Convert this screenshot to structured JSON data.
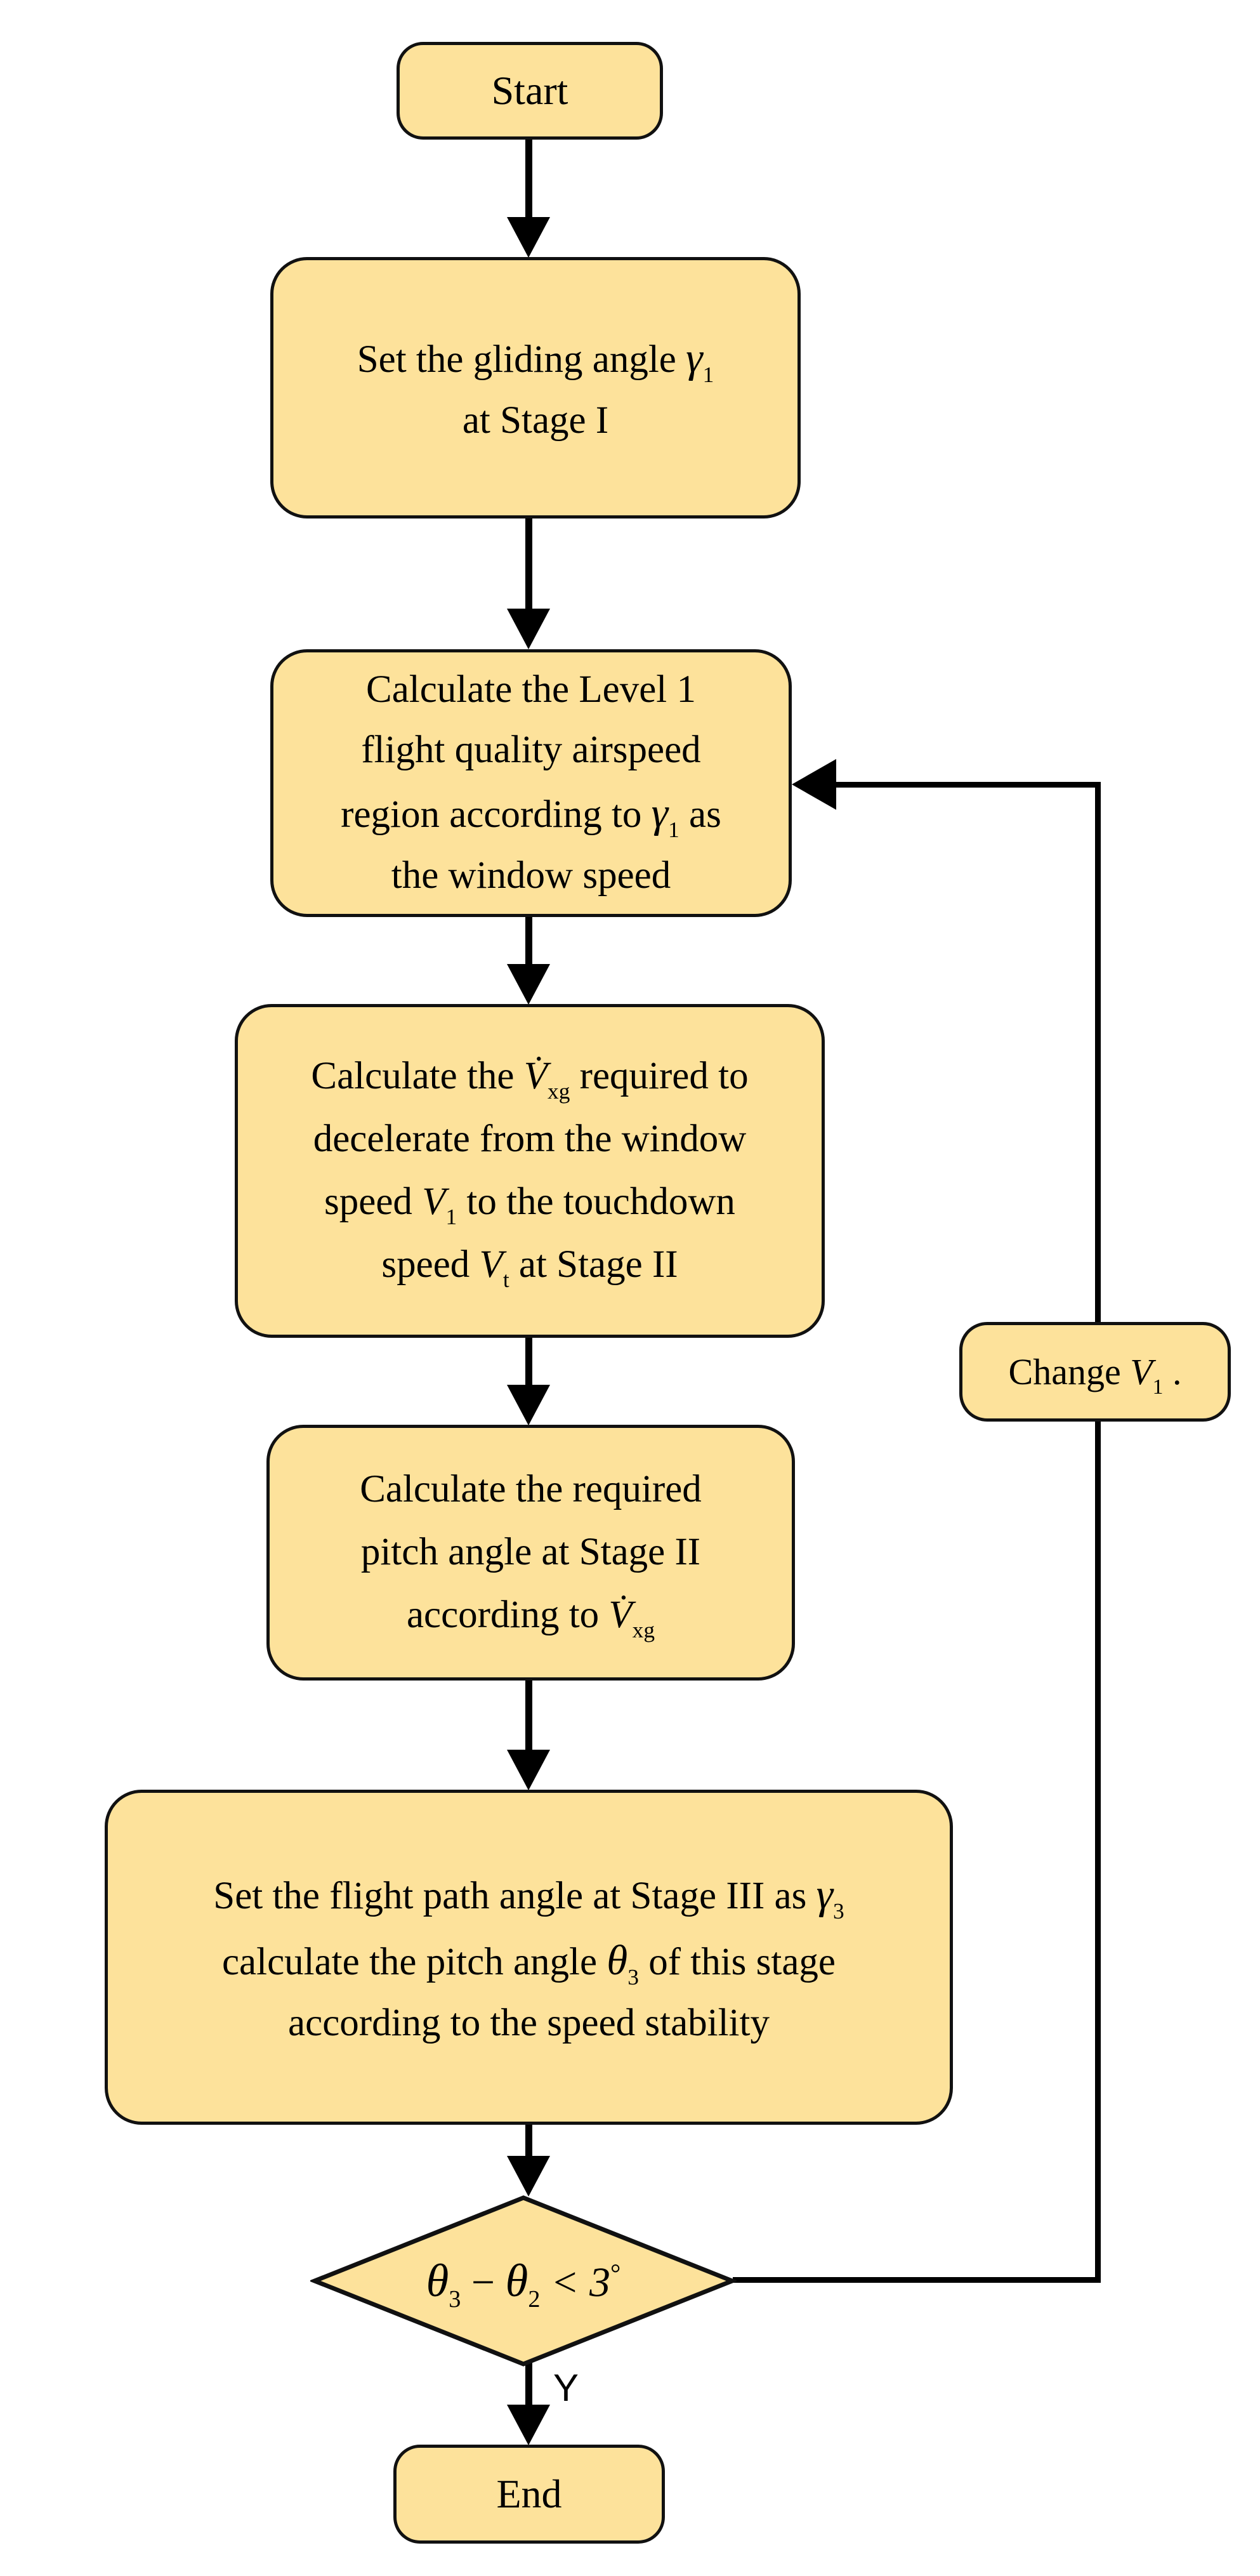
{
  "palette": {
    "bg": "#ffffff",
    "node_fill": "#fde29b",
    "node_border": "#111111",
    "line": "#000000",
    "text": "#000000"
  },
  "nodes": {
    "start": {
      "label": "Start"
    },
    "end": {
      "label": "End"
    },
    "set_gliding_angle": {
      "lines": [
        [
          {
            "text": "Set the gliding angle "
          },
          {
            "text": "γ",
            "i": 1,
            "bg": 1
          },
          {
            "text": "1",
            "sub": 1
          }
        ],
        [
          {
            "text": "at Stage I"
          }
        ]
      ]
    },
    "calc_airspeed_region": {
      "lines": [
        [
          {
            "text": "Calculate the Level 1"
          }
        ],
        [
          {
            "text": "flight quality airspeed"
          }
        ],
        [
          {
            "text": "region according to "
          },
          {
            "text": "γ",
            "i": 1,
            "bg": 1
          },
          {
            "text": "1",
            "sub": 1
          },
          {
            "text": " as"
          }
        ],
        [
          {
            "text": "the window speed"
          }
        ]
      ]
    },
    "calc_vxg": {
      "lines": [
        [
          {
            "text": "Calculate the  "
          },
          {
            "text": "V̇",
            "i": 1
          },
          {
            "text": "xg",
            "i": 1,
            "sub": 1
          },
          {
            "text": "  required to"
          }
        ],
        [
          {
            "text": "decelerate from the window"
          }
        ],
        [
          {
            "text": "speed "
          },
          {
            "text": "V",
            "i": 1
          },
          {
            "text": "1",
            "sub": 1
          },
          {
            "text": " to the touchdown"
          }
        ],
        [
          {
            "text": "speed "
          },
          {
            "text": "V",
            "i": 1
          },
          {
            "text": "t",
            "sub": 1
          },
          {
            "text": " at Stage II"
          }
        ]
      ]
    },
    "calc_pitch_angle": {
      "lines": [
        [
          {
            "text": "Calculate the required"
          }
        ],
        [
          {
            "text": "pitch angle  at Stage II"
          }
        ],
        [
          {
            "text": "according to "
          },
          {
            "text": "V̇",
            "i": 1
          },
          {
            "text": "xg",
            "i": 1,
            "sub": 1
          }
        ]
      ]
    },
    "set_flight_path_angle": {
      "lines": [
        [
          {
            "text": "Set the flight path angle at Stage III as "
          },
          {
            "text": "γ",
            "i": 1,
            "bg": 1
          },
          {
            "text": "3",
            "sub": 1
          }
        ],
        [
          {
            "text": "calculate the pitch angle "
          },
          {
            "text": "θ",
            "i": 1,
            "bg": 1
          },
          {
            "text": "3",
            "sub": 1
          },
          {
            "text": " of this stage"
          }
        ],
        [
          {
            "text": "according to the speed stability"
          }
        ]
      ]
    },
    "decision": {
      "lines": [
        [
          {
            "text": "θ",
            "i": 1,
            "bg": 1
          },
          {
            "text": "3",
            "sub": 1
          },
          {
            "text": " − "
          },
          {
            "text": "θ",
            "i": 1,
            "bg": 1
          },
          {
            "text": "2",
            "sub": 1
          },
          {
            "text": " < 3",
            "i": 1
          },
          {
            "text": "°",
            "sp": 1
          }
        ]
      ]
    },
    "change_v1": {
      "lines": [
        [
          {
            "text": "Change "
          },
          {
            "text": "V",
            "i": 1
          },
          {
            "text": "1",
            "sub": 1
          },
          {
            "text": " ."
          }
        ]
      ]
    }
  },
  "edge_labels": {
    "yes": "Y"
  }
}
